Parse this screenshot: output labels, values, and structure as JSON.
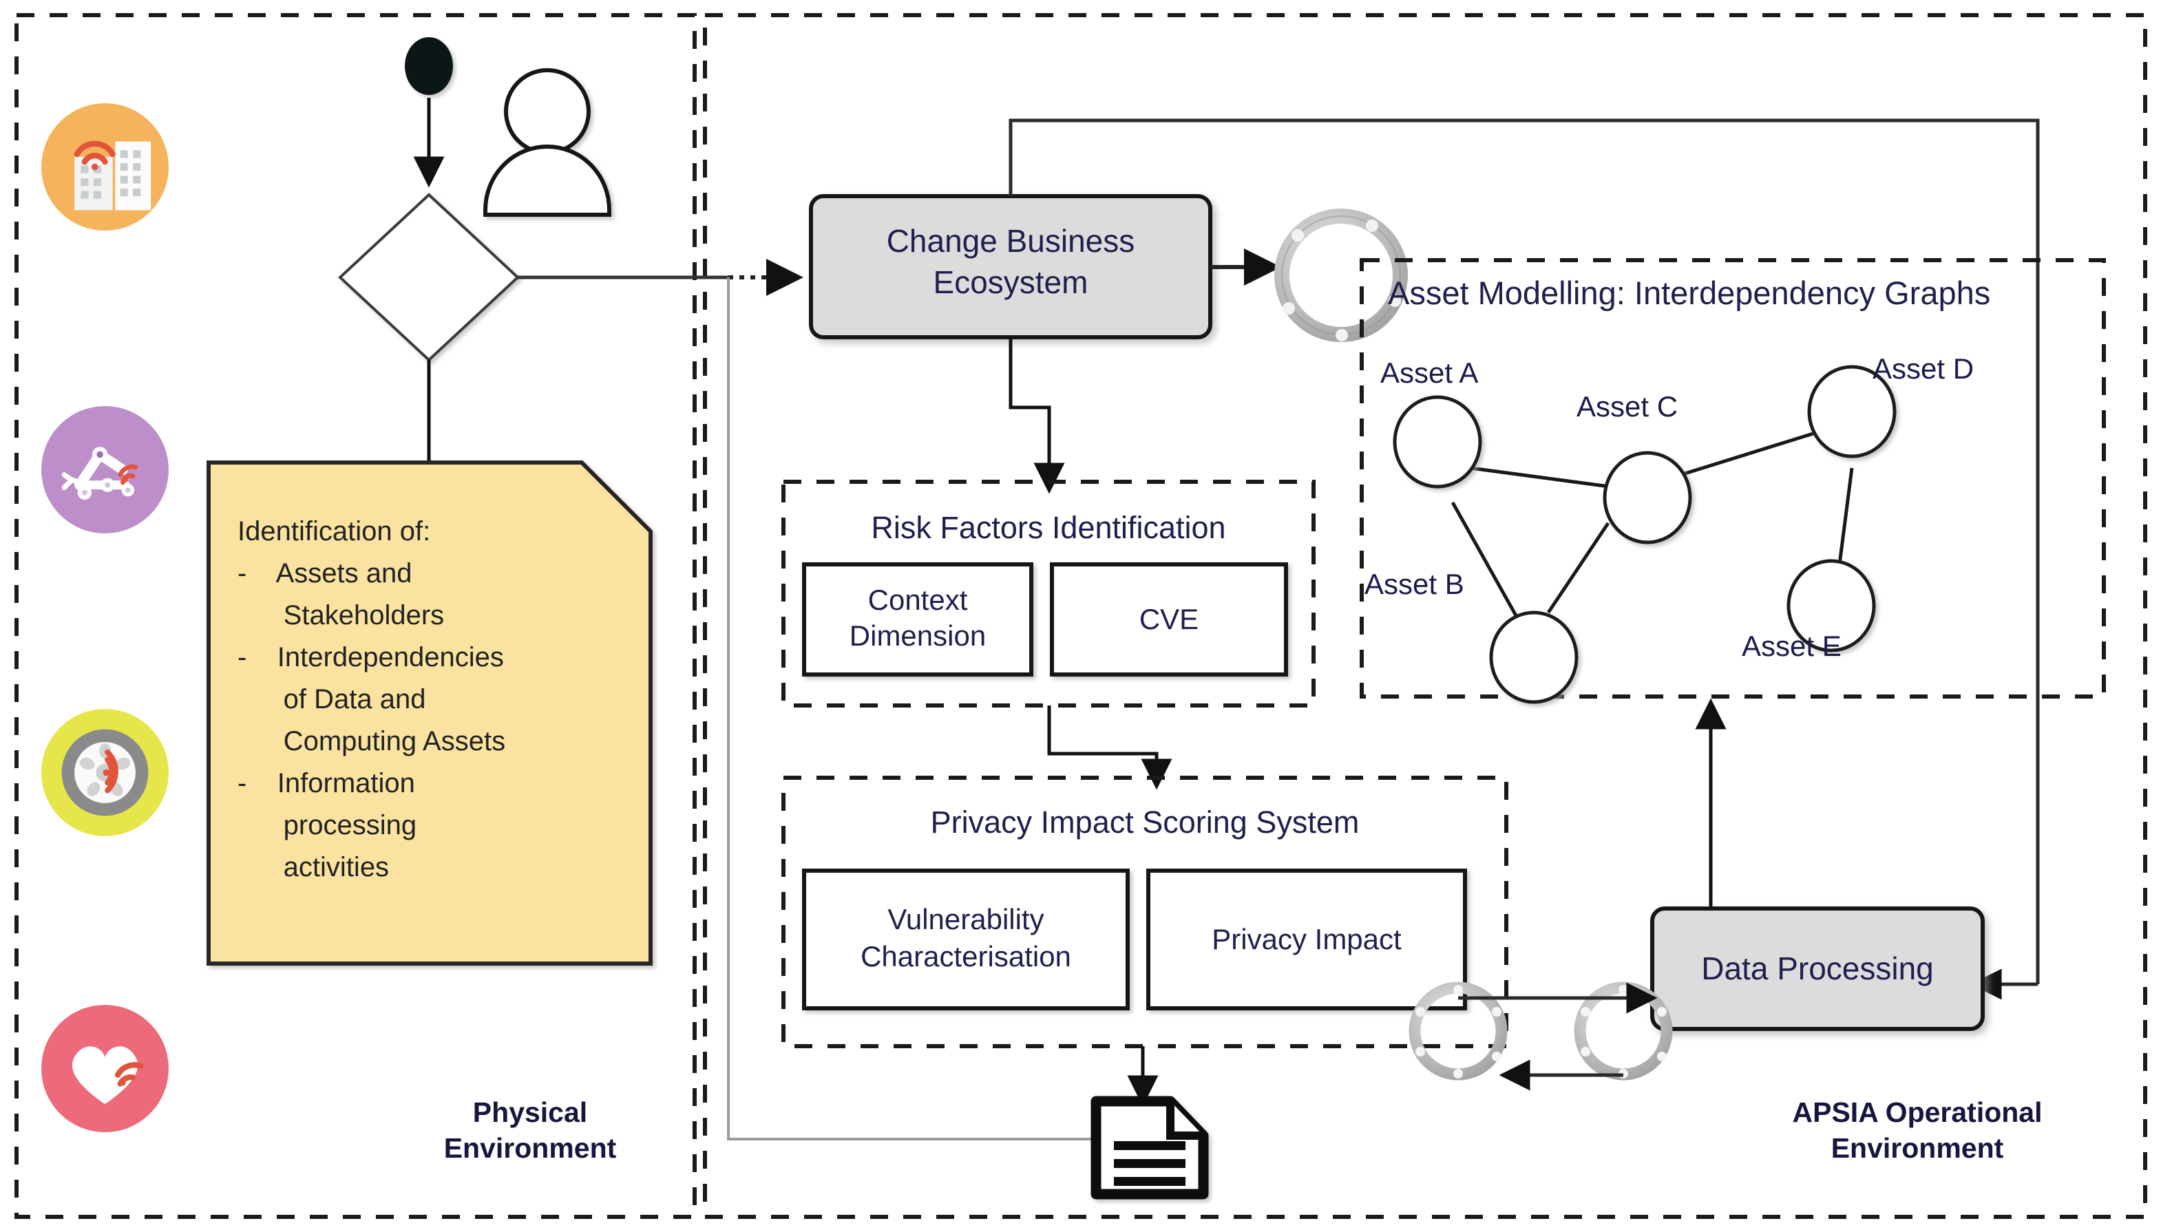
{
  "environments": {
    "physical": {
      "line1": "Physical",
      "line2": "Environment"
    },
    "apsia": {
      "line1": "APSIA Operational",
      "line2": "Environment"
    }
  },
  "note": {
    "heading": "Identification of:",
    "bullets": [
      "Assets and Stakeholders",
      "Interdependencies of Data and Computing Assets",
      "Information processing activities"
    ],
    "lines": [
      "Identification of:",
      "-    Assets and",
      "      Stakeholders",
      "-    Interdependencies",
      "      of Data and",
      "      Computing Assets",
      "-    Information",
      "      processing",
      "      activities"
    ],
    "fill": "#FAE3A0",
    "stroke": "#262626"
  },
  "process": {
    "change_business_ecosystem": "Change Business\nEcosystem",
    "change_business_ecosystem_line1": "Change Business",
    "change_business_ecosystem_line2": "Ecosystem",
    "data_processing": "Data Processing",
    "fill": "#DCDCDC"
  },
  "risk_panel": {
    "title": "Risk Factors Identification",
    "boxes": [
      {
        "label": "Context Dimension",
        "line1": "Context",
        "line2": "Dimension"
      },
      {
        "label": "CVE",
        "line1": "CVE",
        "line2": ""
      }
    ]
  },
  "privacy_panel": {
    "title": "Privacy Impact Scoring System",
    "boxes": [
      {
        "label": "Vulnerability Characterisation",
        "line1": "Vulnerability",
        "line2": "Characterisation"
      },
      {
        "label": "Privacy Impact",
        "line1": "Privacy Impact",
        "line2": ""
      }
    ]
  },
  "asset_panel": {
    "title": "Asset Modelling: Interdependency Graphs",
    "nodes": [
      {
        "id": "A",
        "label": "Asset A"
      },
      {
        "id": "B",
        "label": "Asset B"
      },
      {
        "id": "C",
        "label": "Asset C"
      },
      {
        "id": "D",
        "label": "Asset D"
      },
      {
        "id": "E",
        "label": "Asset E"
      }
    ],
    "edges": [
      "A-C",
      "A-B",
      "B-C",
      "C-D",
      "D-E"
    ]
  },
  "icons": {
    "left_column": [
      {
        "name": "smart-building-icon",
        "color": "#F5B35B"
      },
      {
        "name": "robotic-arm-icon",
        "color": "#BD8ECA"
      },
      {
        "name": "smart-wheel-icon",
        "color": "#E6E64B"
      },
      {
        "name": "health-heart-icon",
        "color": "#EC6A7A"
      }
    ],
    "start_node": "start-event-node",
    "actor": "stakeholder-actor-icon",
    "decision": "decision-diamond",
    "document": "report-document-icon",
    "gear_single": "gear-icon",
    "gear_pair": "gear-pair-icon"
  },
  "colors": {
    "text": "#1f1f4d",
    "boundary": "#1a1a1a",
    "gray_fill": "#DCDCDC",
    "note_fill": "#FAE3A0",
    "gear": "#B4B4B4",
    "wifi_red": "#E2543A"
  }
}
